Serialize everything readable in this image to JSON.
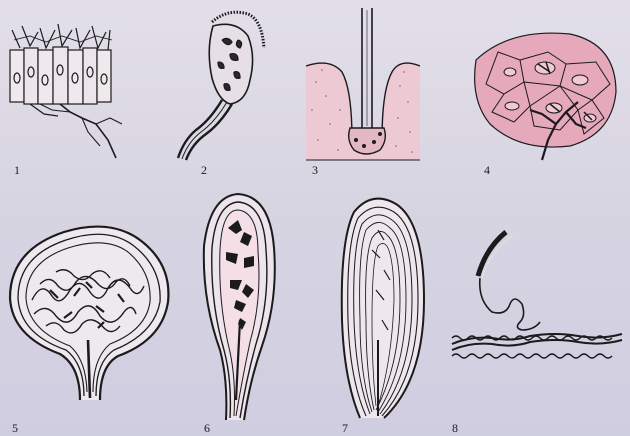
{
  "figure": {
    "panels": [
      {
        "id": "p1",
        "label": "1"
      },
      {
        "id": "p2",
        "label": "2"
      },
      {
        "id": "p3",
        "label": "3"
      },
      {
        "id": "p4",
        "label": "4"
      },
      {
        "id": "p5",
        "label": "5"
      },
      {
        "id": "p6",
        "label": "6"
      },
      {
        "id": "p7",
        "label": "7"
      },
      {
        "id": "p8",
        "label": "8"
      }
    ]
  },
  "colors": {
    "background": "#dcd9e6",
    "ink": "#1b1b1b",
    "tissue_pink": "#e9b9c9",
    "capsule_pink": "#f0d2dc"
  }
}
